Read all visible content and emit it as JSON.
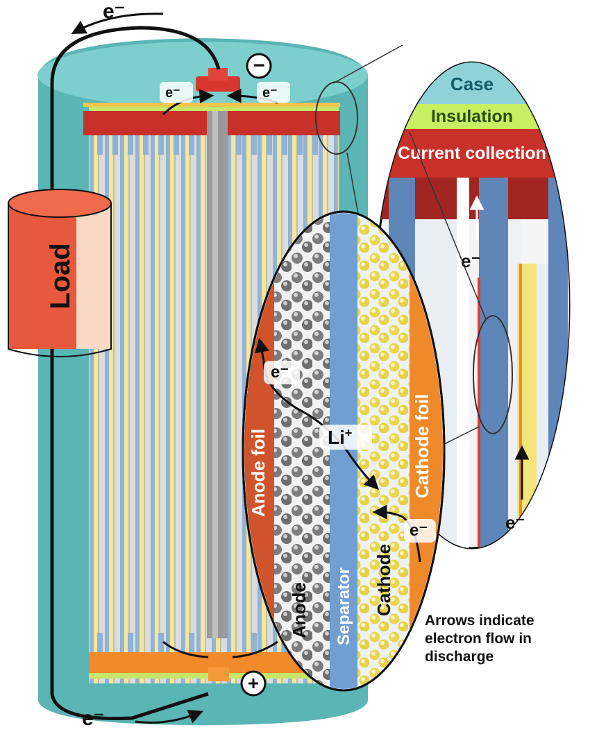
{
  "electron_label": "e⁻",
  "terminal_negative": "−",
  "terminal_positive": "+",
  "load_label": "Load",
  "layers": {
    "case": "Case",
    "insulation": "Insulation",
    "current_collection": "Current collection"
  },
  "electrode": {
    "anode_foil": "Anode foil",
    "anode": "Anode",
    "separator": "Separator",
    "cathode": "Cathode",
    "cathode_foil": "Cathode foil",
    "lithium_ion": "Li",
    "lithium_ion_charge": "+"
  },
  "caption": {
    "line1": "Arrows indicate",
    "line2": "electron flow in",
    "line3": "discharge"
  },
  "colors": {
    "case": "#5bb8b8",
    "insulation": "#c6e66a",
    "current_collector": "#c8302a",
    "anode_foil": "#d0532b",
    "cathode_foil": "#ef8a2a",
    "separator": "#6f9fd3",
    "cathode_particle": "#f1e27b",
    "anode_particle": "#8a8a8a",
    "load": "#e8583c",
    "positive_terminal": "#f08a2a"
  }
}
